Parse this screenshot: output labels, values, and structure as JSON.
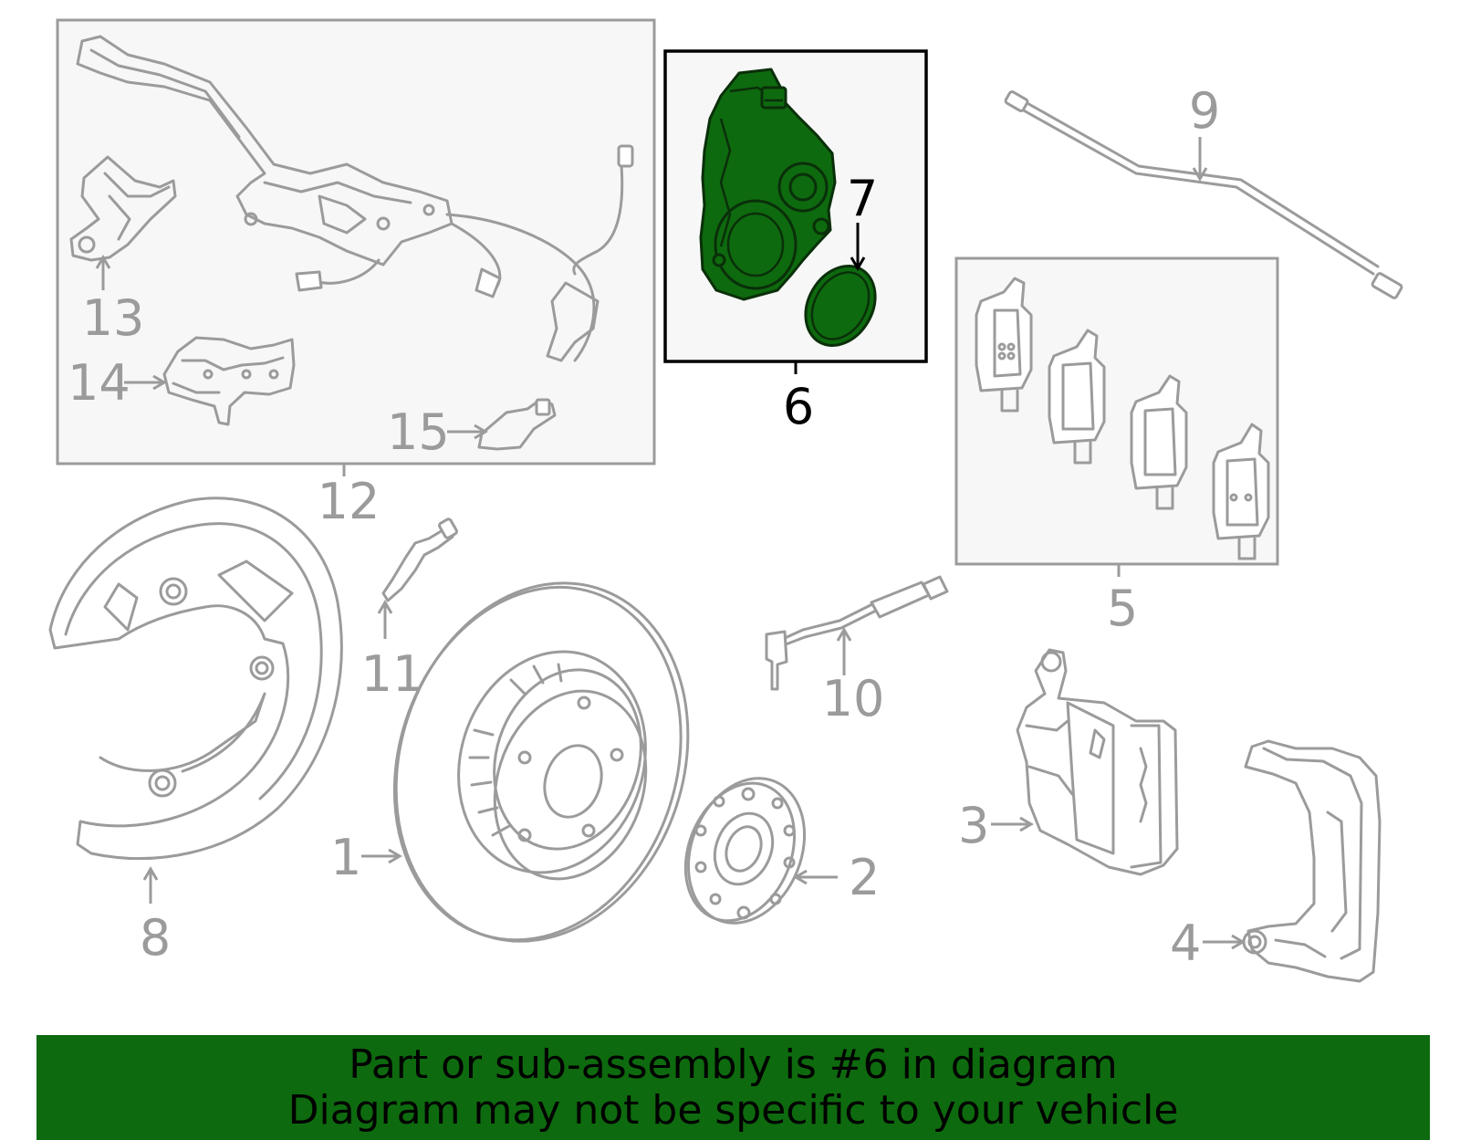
{
  "diagram": {
    "callouts": [
      {
        "id": "1",
        "label": "1"
      },
      {
        "id": "2",
        "label": "2"
      },
      {
        "id": "3",
        "label": "3"
      },
      {
        "id": "4",
        "label": "4"
      },
      {
        "id": "5",
        "label": "5"
      },
      {
        "id": "6",
        "label": "6"
      },
      {
        "id": "7",
        "label": "7"
      },
      {
        "id": "8",
        "label": "8"
      },
      {
        "id": "9",
        "label": "9"
      },
      {
        "id": "10",
        "label": "10"
      },
      {
        "id": "11",
        "label": "11"
      },
      {
        "id": "12",
        "label": "12"
      },
      {
        "id": "13",
        "label": "13"
      },
      {
        "id": "14",
        "label": "14"
      },
      {
        "id": "15",
        "label": "15"
      }
    ],
    "highlighted_part": "6",
    "highlight_color": "#0e6a0e",
    "line_color": "#9b9b9b"
  },
  "banner": {
    "line1": "Part or sub-assembly is #6 in diagram",
    "line2": "Diagram may not be specific to your vehicle",
    "background": "#0e6a0e"
  }
}
